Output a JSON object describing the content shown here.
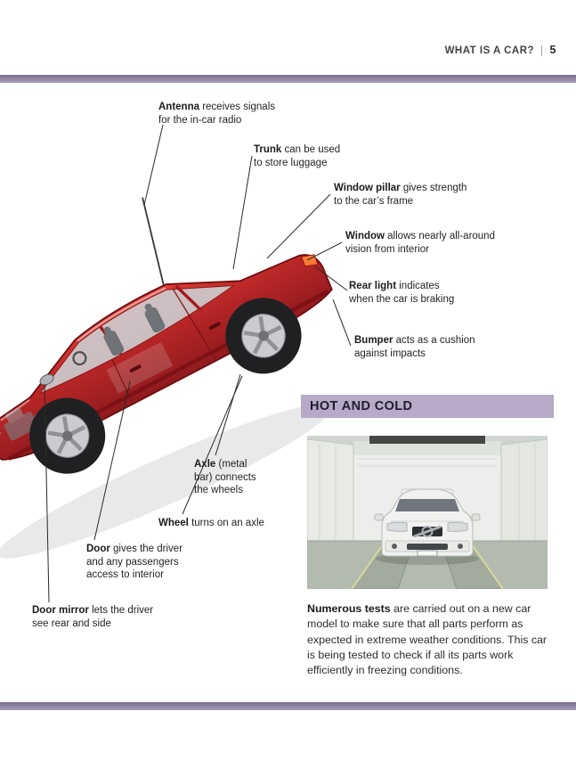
{
  "header": {
    "title": "WHAT IS A CAR?",
    "separator": "|",
    "page_number": "5"
  },
  "diagram": {
    "labels": [
      {
        "id": "antenna",
        "term": "Antenna",
        "rest": " receives signals for the in-car radio"
      },
      {
        "id": "trunk",
        "term": "Trunk",
        "rest": " can be used to store luggage"
      },
      {
        "id": "window-pillar",
        "term": "Window pillar",
        "rest": " gives strength to the car’s frame"
      },
      {
        "id": "window",
        "term": "Window",
        "rest": " allows nearly all-around vision from interior"
      },
      {
        "id": "rear-light",
        "term": "Rear light",
        "rest": " indicates when the car is braking"
      },
      {
        "id": "bumper",
        "term": "Bumper",
        "rest": " acts as a cushion against impacts"
      },
      {
        "id": "axle",
        "term": "Axle",
        "rest": " (metal bar) connects the wheels"
      },
      {
        "id": "wheel",
        "term": "Wheel",
        "rest": " turns on an axle"
      },
      {
        "id": "door",
        "term": "Door",
        "rest": " gives the driver and any passengers access to interior"
      },
      {
        "id": "door-mirror",
        "term": "Door mirror",
        "rest": " lets the driver see rear and side"
      }
    ]
  },
  "sidebar": {
    "title": "HOT AND COLD",
    "caption_term": "Numerous tests",
    "caption_rest": " are carried out on a new car model to make sure that all parts perform as expected in extreme weather conditions. This car is being tested to check if all its parts work efficiently in freezing conditions."
  },
  "colors": {
    "rule_purple": "#8b7fa0",
    "sidebar_header_bg": "#b6aac7",
    "car_red": "#c32121",
    "text_dark": "#231f20"
  }
}
